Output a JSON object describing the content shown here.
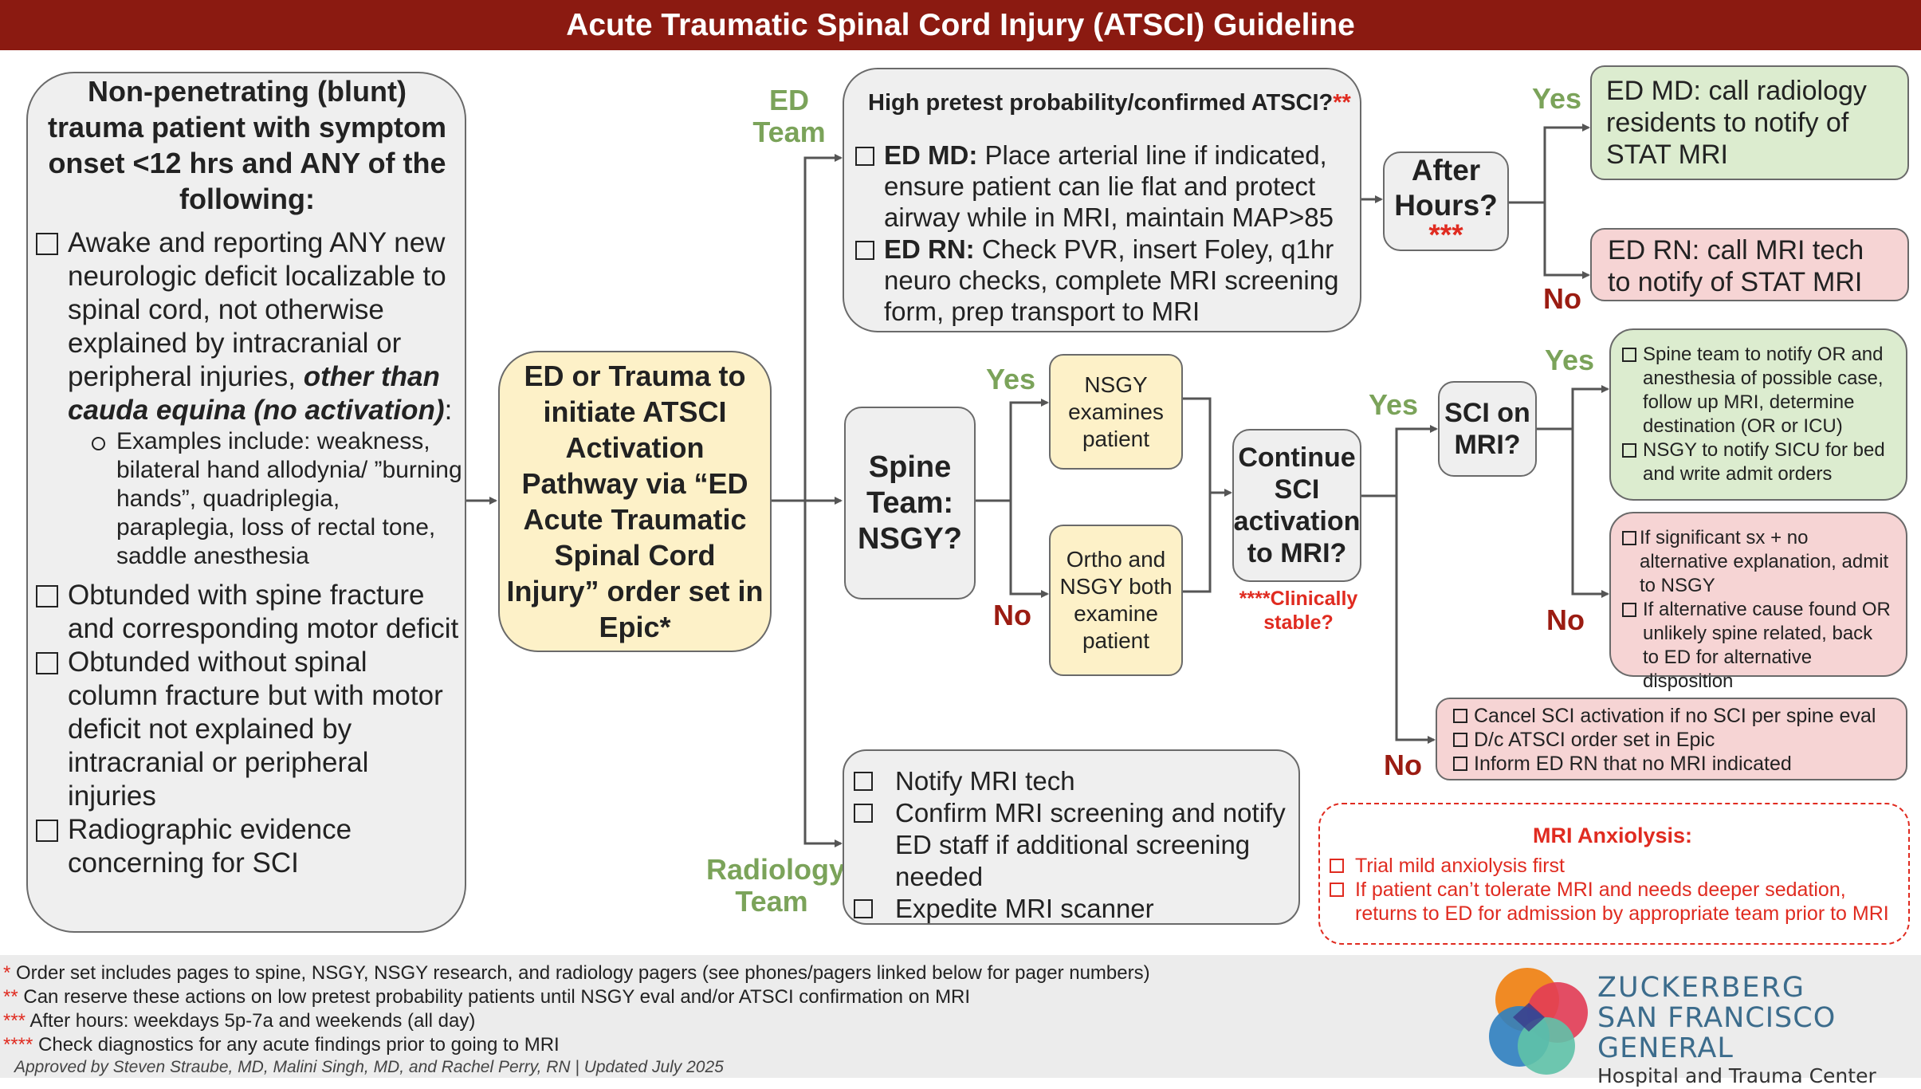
{
  "title": "Acute Traumatic Spinal Cord Injury (ATSCI) Guideline",
  "criteria": {
    "heading": "Non-penetrating (blunt) trauma patient with symptom onset <12 hrs and ANY of the following:",
    "item1_text": "Awake and reporting ANY new neurologic deficit localizable to spinal cord, not otherwise explained by intracranial or peripheral injuries,",
    "item1_emph": "other than cauda equina (no activation)",
    "item1_end": ":",
    "item1_sub": "Examples include: weakness, bilateral hand allodynia/ ”burning hands”, quadriplegia, paraplegia, loss of rectal tone, saddle anesthesia",
    "item2": "Obtunded with spine fracture and corresponding motor deficit",
    "item3": "Obtunded without spinal column fracture but with motor deficit not explained by intracranial or peripheral injuries",
    "item4": "Radiographic evidence concerning for SCI"
  },
  "initiate": "ED or Trauma to initiate ATSCI Activation Pathway via “ED Acute Traumatic Spinal Cord Injury” order set in Epic*",
  "ed_team_label": "ED Team",
  "ed_box": {
    "title": "High pretest probability/confirmed ATSCI?",
    "title_mark": "**",
    "md_label": "ED MD:",
    "md_text": "Place arterial line if indicated, ensure patient can lie flat and protect airway while in MRI, maintain MAP>85",
    "rn_label": "ED RN:",
    "rn_text": "Check PVR, insert Foley, q1hr neuro checks, complete MRI screening form, prep transport to MRI"
  },
  "after_hours": {
    "text": "After Hours?",
    "mark": "***"
  },
  "ah_yes": "Yes",
  "ah_no": "No",
  "ah_yes_box": "ED MD: call radiology residents to notify of STAT MRI",
  "ah_no_box": "ED RN: call MRI tech to notify of STAT MRI",
  "spine": "Spine Team: NSGY?",
  "spine_yes": "Yes",
  "spine_no": "No",
  "nsgy_box": "NSGY examines patient",
  "ortho_box": "Ortho and NSGY both examine patient",
  "continue_box": "Continue SCI activation to MRI?",
  "clinically": "****Clinically stable?",
  "cont_yes": "Yes",
  "cont_no": "No",
  "sci_box": "SCI on MRI?",
  "sci_yes": "Yes",
  "sci_no": "No",
  "sci_yes_items": [
    "Spine team to notify OR and anesthesia of possible case, follow up MRI, determine destination (OR or ICU)",
    "NSGY to notify SICU for bed and write admit orders"
  ],
  "sci_no_items": [
    "If significant sx + no alternative explanation, admit to NSGY",
    "If alternative cause found OR unlikely spine related, back to ED for alternative disposition"
  ],
  "cancel_items": [
    "Cancel SCI activation if no SCI per spine eval",
    "D/c ATSCI order set in Epic",
    "Inform ED RN that no MRI indicated"
  ],
  "radiology_label": "Radiology Team",
  "radiology_items": [
    "Notify MRI tech",
    "Confirm MRI screening and notify ED staff if additional screening needed",
    "Expedite MRI scanner"
  ],
  "anxiolysis": {
    "title": "MRI Anxiolysis:",
    "items": [
      "Trial mild anxiolysis first",
      "If patient can’t tolerate MRI and needs deeper sedation, returns to ED for admission by appropriate team prior to MRI"
    ]
  },
  "footnotes": [
    {
      "mark": "*",
      "text": "Order set includes pages to spine, NSGY, NSGY research, and radiology pagers (see phones/pagers linked below for pager numbers)"
    },
    {
      "mark": "**",
      "text": "Can reserve these actions on low pretest probability patients until NSGY eval and/or ATSCI confirmation on MRI"
    },
    {
      "mark": "***",
      "text": "After hours: weekdays 5p-7a and weekends (all day)"
    },
    {
      "mark": "****",
      "text": "Check diagnostics for any acute findings prior to going to MRI"
    }
  ],
  "approved": "Approved by Steven Straube, MD, Malini Singh, MD, and Rachel Perry, RN | Updated July 2025",
  "logo": {
    "line1": "ZUCKERBERG",
    "line2": "SAN FRANCISCO GENERAL",
    "line3": "Hospital and Trauma Center"
  },
  "colors": {
    "header": "#8b1a11",
    "yes": "#7ba35a",
    "no": "#9b1c12",
    "red_text": "#e02b20",
    "gray_box": "#efefef",
    "yellow_box": "#fdf1c8",
    "green_box": "#dceccf",
    "pink_box": "#f6d4d4"
  }
}
